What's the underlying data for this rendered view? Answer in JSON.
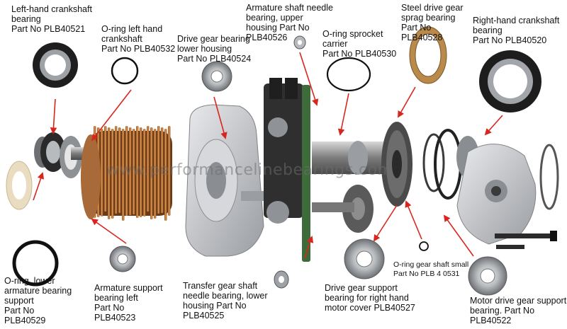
{
  "watermark": "www.performancelinebearings.com",
  "labels": {
    "left_crankshaft_bearing": "Left-hand crankshaft\nbearing\nPart No PLB40521",
    "oring_left_crankshaft": "O-ring left hand\ncrankshaft\nPart No PLB40532",
    "drive_gear_lower_housing": "Drive gear bearing\nlower housing\nPart No PLB40524",
    "armature_needle_upper": "Armature shaft needle\nbearing, upper\nhousing Part No\nPLB40526",
    "oring_sprocket_carrier": "O-ring sprocket\ncarrier\nPart No PLB40530",
    "sprag_bearing": "Steel drive gear\nsprag bearing\nPart No\nPLB40528",
    "right_crankshaft_bearing": "Right-hand crankshaft\nbearing\nPart No PLB40520",
    "oring_lower_armature": "O-ring, lower\narmature bearing\nsupport\nPart No\nPLB40529",
    "armature_support_left": "Armature support\nbearing left\nPart No\nPLB40523",
    "transfer_gear_needle": "Transfer gear shaft\nneedle bearing, lower\nhousing Part No\nPLB40525",
    "drive_gear_support_right": "Drive gear support\nbearing for right hand\nmotor cover PLB40527",
    "oring_gear_shaft_small": "O-ring gear shaft small\nPart No PLB 4 0531",
    "motor_drive_gear_support": "Motor drive gear support\nbearing. Part No\nPLB40522"
  },
  "colors": {
    "leader_arrow": "#d8261f",
    "copper_winding": "#c97a3a",
    "aluminium": "#c9ccd0",
    "steel_dark": "#3a3a3a",
    "pcb_green": "#3f6b3a"
  },
  "icons": [
    "ball-bearing-icon",
    "o-ring-icon",
    "needle-bearing-icon",
    "sprag-bearing-icon",
    "gear-icon",
    "bolt-icon"
  ]
}
